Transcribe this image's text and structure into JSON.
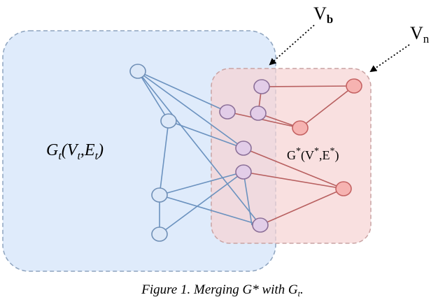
{
  "labels": {
    "vb": {
      "main": "V",
      "sub": "b"
    },
    "vn": {
      "main": "V",
      "sub": "n"
    },
    "gt": {
      "g": "G",
      "g_sub": "t",
      "open": "(",
      "v": "V",
      "v_sub": "t",
      "comma": ",",
      "e": "E",
      "e_sub": "t",
      "close": ")"
    },
    "gstar": {
      "g": "G",
      "g_sup": "*",
      "open": "(V",
      "v_sup": "*",
      "comma": ",E",
      "e_sup": "*",
      "close": ")"
    }
  },
  "caption": {
    "text": "Figure 1. Merging G* with G",
    "sub": "t",
    "end": "."
  },
  "colors": {
    "blue_region_fill": "#dce9fb",
    "blue_region_stroke": "#8ea4bf",
    "red_region_fill": "#f6d3d3",
    "red_region_stroke": "#c9a3a3",
    "blue_node_fill": "#dce8f8",
    "blue_node_stroke": "#6f8fb6",
    "purple_node_fill": "#e2cde8",
    "purple_node_stroke": "#8b6f98",
    "red_node_fill": "#f6b3b1",
    "red_node_stroke": "#c46262",
    "blue_edge": "#6b92bf",
    "red_edge": "#b86060"
  }
}
